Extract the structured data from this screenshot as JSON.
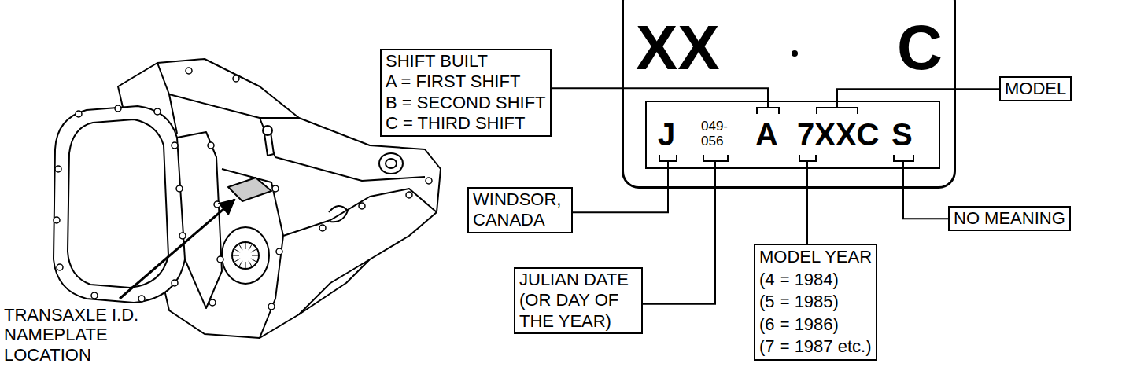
{
  "diagram": {
    "nodes": [
      {
        "text": [
          "XX",
          "C"
        ]
      },
      {
        "text": [
          "J",
          "049- 056",
          "A",
          "7XXC",
          "S"
        ],
        "in": 0
      },
      {
        "text": [
          "SHIFT BUILT",
          "A = FIRST SHIFT",
          "B = SECOND SHIFT",
          "C = THIRD SHIFT"
        ]
      },
      {
        "text": [
          "MODEL"
        ]
      },
      {
        "text": [
          "WINDSOR, CANADA"
        ]
      },
      {
        "text": [
          "NO MEANING"
        ]
      },
      {
        "text": [
          "JULIAN DATE (OR DAY OF THE YEAR)"
        ]
      },
      {
        "text": [
          "MODEL YEAR",
          "(4 = 1984)",
          "(5 = 1985)",
          "(6 = 1986)",
          "(7 = 1987 etc.)"
        ]
      }
    ],
    "edges": [
      {
        "from": 2,
        "to": 1,
        "arrow": "none"
      },
      {
        "from": 3,
        "to": 1,
        "arrow": "none"
      },
      {
        "from": 4,
        "to": 1,
        "arrow": "none"
      },
      {
        "from": 5,
        "to": 1,
        "arrow": "none"
      },
      {
        "from": 6,
        "to": 1,
        "arrow": "none"
      },
      {
        "from": 7,
        "to": 1,
        "arrow": "none"
      }
    ],
    "labels": [
      "TRANSAXLE I.D. NAMEPLATE LOCATION"
    ]
  }
}
